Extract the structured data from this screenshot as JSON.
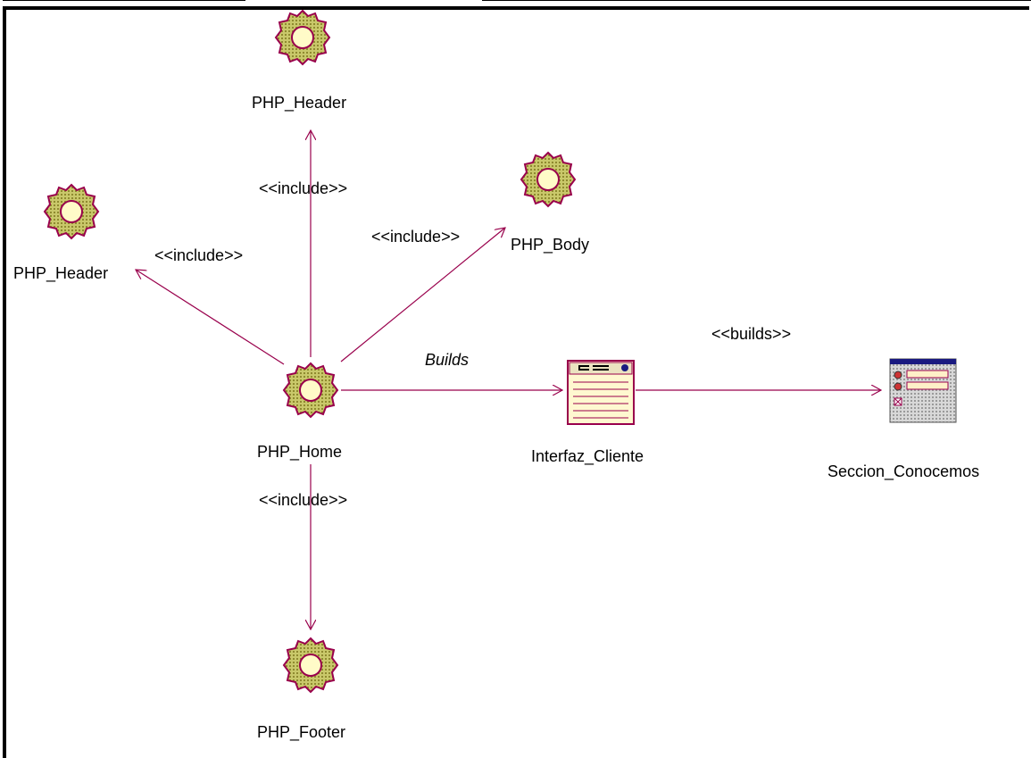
{
  "diagram": {
    "nodes": {
      "php_header_top": {
        "label": "PHP_Header",
        "icon": "gear-icon"
      },
      "php_header_left": {
        "label": "PHP_Header",
        "icon": "gear-icon"
      },
      "php_body": {
        "label": "PHP_Body",
        "icon": "gear-icon"
      },
      "php_home": {
        "label": "PHP_Home",
        "icon": "gear-icon"
      },
      "php_footer": {
        "label": "PHP_Footer",
        "icon": "gear-icon"
      },
      "interfaz_cliente": {
        "label": "Interfaz_Cliente",
        "icon": "client-page-icon"
      },
      "seccion_conocemos": {
        "label": "Seccion_Conocemos",
        "icon": "form-icon"
      }
    },
    "edges": {
      "include_top": "<<include>>",
      "include_left": "<<include>>",
      "include_body": "<<include>>",
      "include_footer": "<<include>>",
      "builds_italic": "Builds",
      "builds_stereo": "<<builds>>"
    },
    "colors": {
      "line": "#99004c",
      "gear_fill": "#b5b84c",
      "gear_stroke": "#99004c",
      "gear_center": "#fffbc8",
      "page_fill": "#fff8d0",
      "form_header": "#1a1a80"
    }
  }
}
